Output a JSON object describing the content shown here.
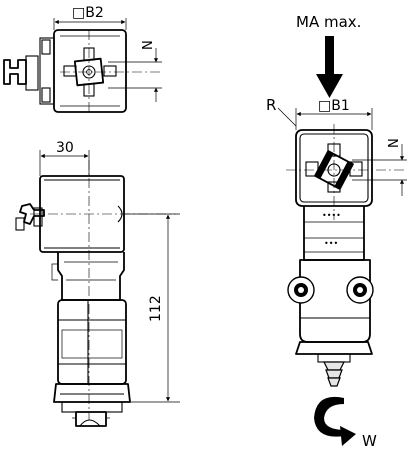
{
  "labels": {
    "b2": "□B2",
    "n_top_left": "N",
    "ma_max": "MA max.",
    "r": "R",
    "b1": "□B1",
    "n_right": "N",
    "dim_30": "30",
    "dim_112": "112",
    "w": "W"
  },
  "marks": {
    "marking_1": "••••",
    "marking_2": "•••"
  }
}
